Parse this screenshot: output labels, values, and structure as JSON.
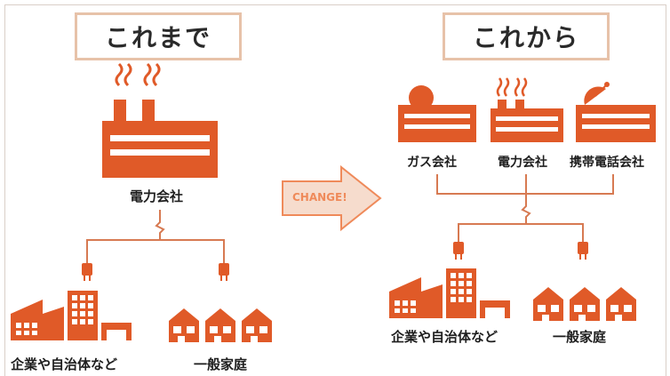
{
  "before": {
    "title": "これまで",
    "source_label": "電力会社",
    "consumers": {
      "business_label": "企業や自治体など",
      "household_label": "一般家庭"
    }
  },
  "arrow": {
    "label": "CHANGE!"
  },
  "after": {
    "title": "これから",
    "sources": [
      {
        "label": "ガス会社"
      },
      {
        "label": "電力会社"
      },
      {
        "label": "携帯電話会社"
      }
    ],
    "consumers": {
      "business_label": "企業や自治体など",
      "household_label": "一般家庭"
    }
  },
  "colors": {
    "accent": "#e05a28",
    "frame": "#e7c2a9",
    "arrow_fill": "#f6dccd",
    "arrow_text": "#ef8a5a",
    "line": "#d77a52"
  }
}
